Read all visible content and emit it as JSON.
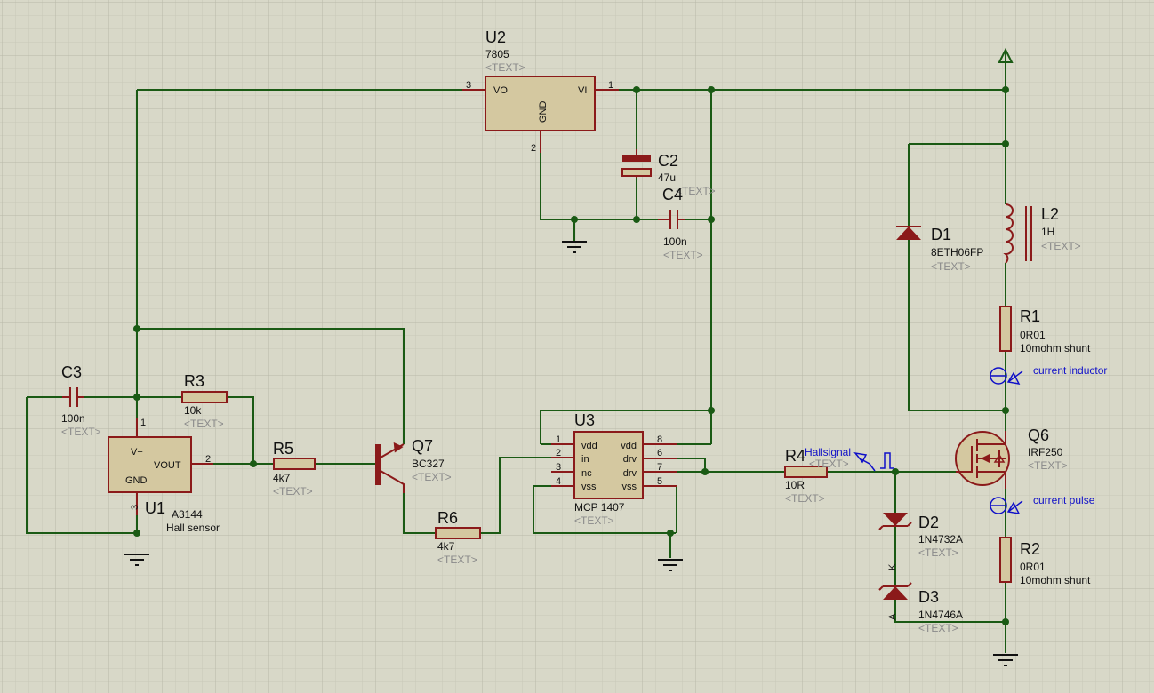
{
  "components": {
    "u2": {
      "ref": "U2",
      "value": "7805",
      "text": "<TEXT>",
      "pin_vo": "VO",
      "pin_vi": "VI",
      "pin_gnd": "GND",
      "pn1": "1",
      "pn2": "2",
      "pn3": "3"
    },
    "c2": {
      "ref": "C2",
      "value": "47u",
      "text": "<TEXT>"
    },
    "c4": {
      "ref": "C4",
      "value": "100n",
      "text": "<TEXT>"
    },
    "c3": {
      "ref": "C3",
      "value": "100n",
      "text": "<TEXT>"
    },
    "r3": {
      "ref": "R3",
      "value": "10k",
      "text": "<TEXT>"
    },
    "r5": {
      "ref": "R5",
      "value": "4k7",
      "text": "<TEXT>"
    },
    "r6": {
      "ref": "R6",
      "value": "4k7",
      "text": "<TEXT>"
    },
    "r4": {
      "ref": "R4",
      "value": "10R",
      "text": "<TEXT>"
    },
    "r1": {
      "ref": "R1",
      "value": "0R01",
      "note": "10mohm shunt"
    },
    "r2": {
      "ref": "R2",
      "value": "0R01",
      "note": "10mohm shunt"
    },
    "u1": {
      "ref": "U1",
      "value": "A3144",
      "note": "Hall sensor",
      "pin_vplus": "V+",
      "pin_vout": "VOUT",
      "pin_gnd": "GND",
      "pn1": "1",
      "pn2": "2",
      "pn3": "3"
    },
    "q7": {
      "ref": "Q7",
      "value": "BC327",
      "text": "<TEXT>"
    },
    "u3": {
      "ref": "U3",
      "value": "MCP 1407",
      "text": "<TEXT>",
      "left_pins": [
        "vdd",
        "in",
        "nc",
        "vss"
      ],
      "right_pins": [
        "vdd",
        "drv",
        "drv",
        "vss"
      ],
      "left_nums": [
        "1",
        "2",
        "3",
        "4"
      ],
      "right_nums": [
        "8",
        "6",
        "7",
        "5"
      ]
    },
    "q6": {
      "ref": "Q6",
      "value": "IRF250",
      "text": "<TEXT>"
    },
    "l2": {
      "ref": "L2",
      "value": "1H",
      "text": "<TEXT>"
    },
    "d1": {
      "ref": "D1",
      "value": "8ETH06FP",
      "text": "<TEXT>"
    },
    "d2": {
      "ref": "D2",
      "value": "1N4732A",
      "text": "<TEXT>"
    },
    "d3": {
      "ref": "D3",
      "value": "1N4746A",
      "text": "<TEXT>",
      "pin_k": "K",
      "pin_a": "A"
    }
  },
  "probes": {
    "current_inductor": "current inductor",
    "current_pulse": "current pulse",
    "hallsignal": "Hallsignal",
    "hallsignal_text": "<TEXT>"
  },
  "colors": {
    "background": "#d8d8c8",
    "grid": "#c4c4b4",
    "wire": "#1a5a14",
    "component": "#8b1a1a",
    "body_fill": "#d4c8a0",
    "probe": "#1010c8"
  }
}
